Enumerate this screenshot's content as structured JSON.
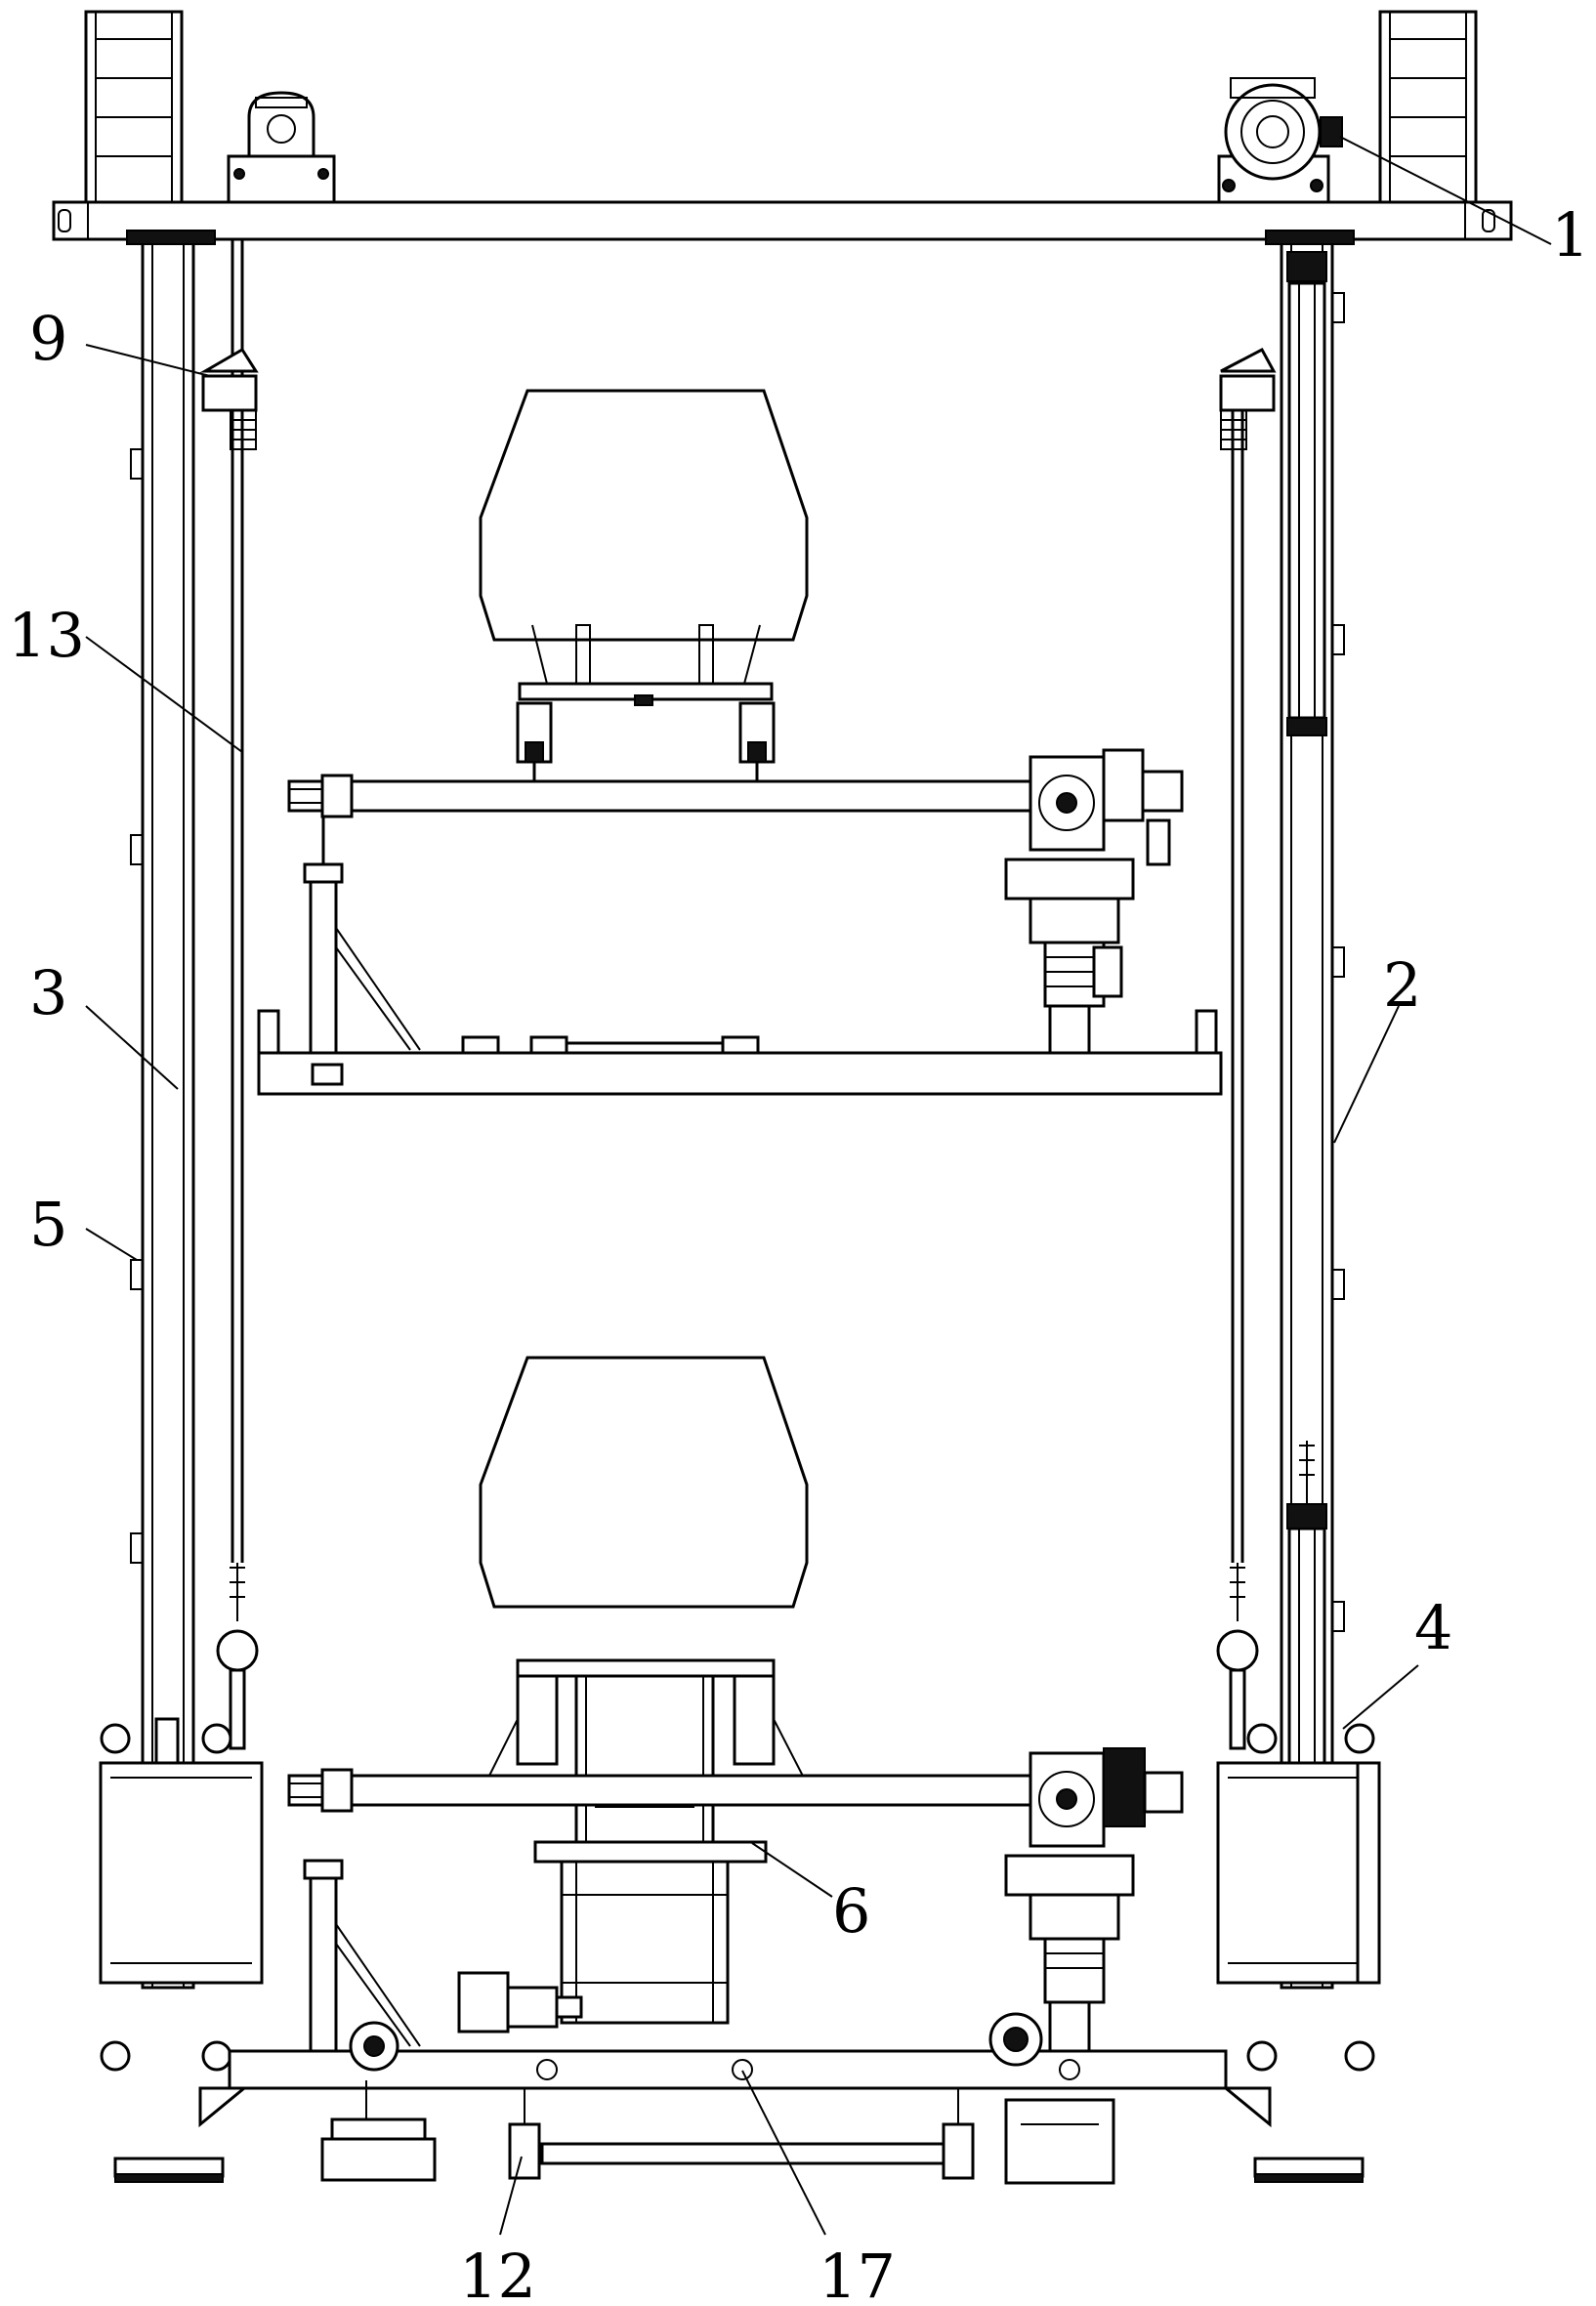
{
  "reference_labels": [
    "1",
    "2",
    "3",
    "4",
    "5",
    "6",
    "9",
    "12",
    "13",
    "17"
  ]
}
